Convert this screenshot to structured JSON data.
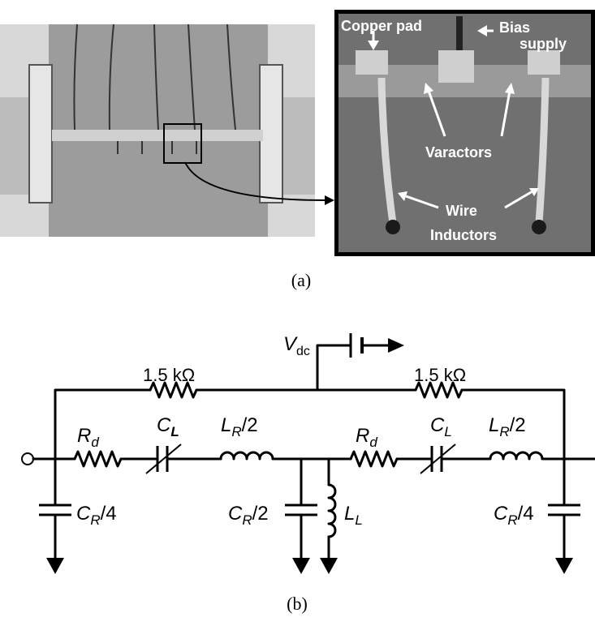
{
  "photo_labels": {
    "copper_pad": "Copper pad",
    "bias_supply_line1": "Bias",
    "bias_supply_line2": "supply",
    "varactors": "Varactors",
    "wire_line1": "Wire",
    "wire_line2": "Inductors"
  },
  "captions": {
    "a": "(a)",
    "b": "(b)"
  },
  "circuit": {
    "vdc_main": "V",
    "vdc_sub": "dc",
    "bias_res_left": "1.5 kΩ",
    "bias_res_right": "1.5 kΩ",
    "rd_left_main": "R",
    "rd_left_sub": "d",
    "rd_right_main": "R",
    "rd_right_sub": "d",
    "cl_left_main": "C",
    "cl_left_sub": "L",
    "cl_right_main": "C",
    "cl_right_sub": "L",
    "lr_left_main": "L",
    "lr_left_sub": "R",
    "lr_left_tail": "/2",
    "lr_right_main": "L",
    "lr_right_sub": "R",
    "lr_right_tail": "/2",
    "cr_left_main": "C",
    "cr_left_sub": "R",
    "cr_left_tail": "/4",
    "cr_mid_main": "C",
    "cr_mid_sub": "R",
    "cr_mid_tail": "/2",
    "ll_main": "L",
    "ll_sub": "L",
    "cr_right_main": "C",
    "cr_right_sub": "R",
    "cr_right_tail": "/4"
  },
  "colors": {
    "ink": "#000000",
    "board": "#9a9a9a",
    "inset_bg": "#6e6e6e"
  }
}
